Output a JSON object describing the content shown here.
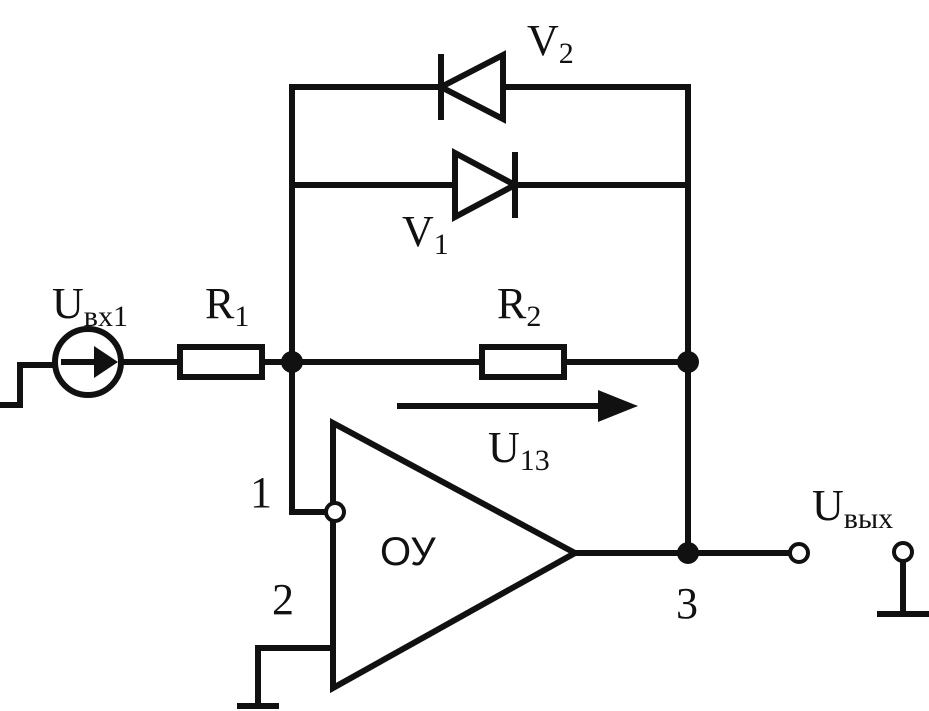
{
  "diagram": {
    "labels": {
      "uin_main": "U",
      "uin_sub": "вх1",
      "r1_main": "R",
      "r1_sub": "1",
      "r2_main": "R",
      "r2_sub": "2",
      "v1_main": "V",
      "v1_sub": "1",
      "v2_main": "V",
      "v2_sub": "2",
      "u13_main": "U",
      "u13_sub": "13",
      "uout_main": "U",
      "uout_sub": "вых",
      "node1": "1",
      "node2": "2",
      "node3": "3",
      "opamp": "ОУ"
    }
  }
}
